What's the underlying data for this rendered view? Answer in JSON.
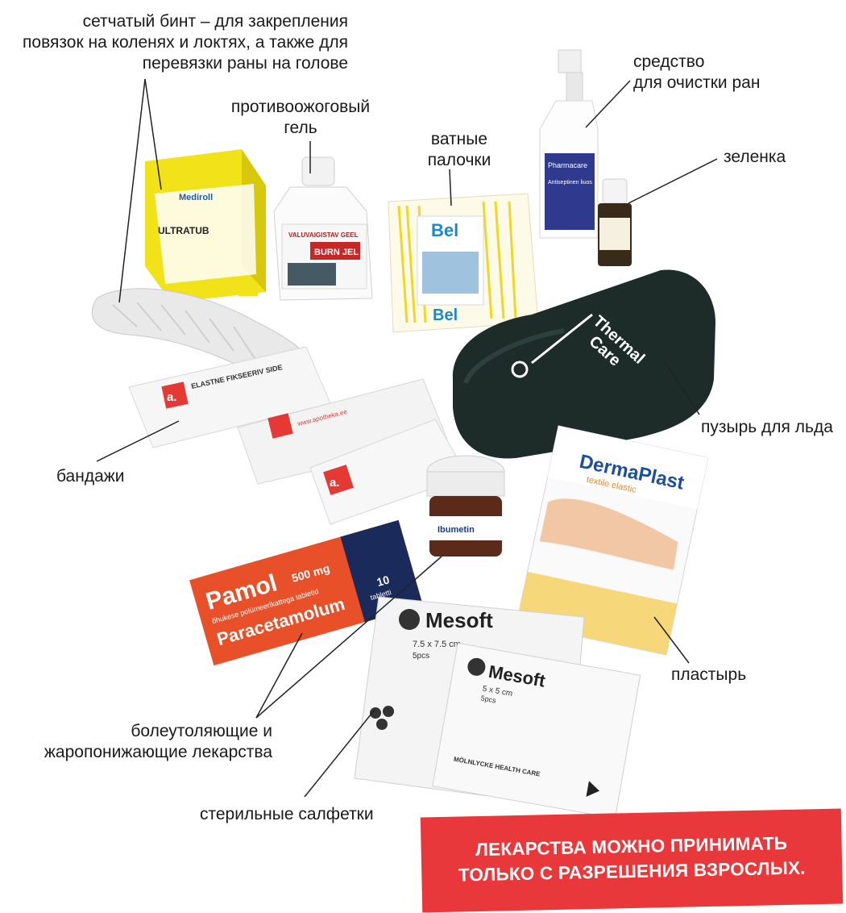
{
  "labels": {
    "mesh_bandage": {
      "line1": "сетчатый бинт – для закрепления",
      "line2": "повязок на коленях и локтях, а также для",
      "line3": "перевязки раны на голове"
    },
    "burn_gel": {
      "line1": "противоожоговый",
      "line2": "гель"
    },
    "cotton_swabs": {
      "line1": "ватные",
      "line2": "палочки"
    },
    "wound_cleaner": {
      "line1": "средство",
      "line2": "для очистки ран"
    },
    "green_antiseptic": {
      "line1": "зеленка"
    },
    "ice_pack": {
      "line1": "пузырь для льда"
    },
    "bandages": {
      "line1": "бандажи"
    },
    "plaster": {
      "line1": "пластырь"
    },
    "painkillers": {
      "line1": "болеутоляющие и",
      "line2": "жаропонижающие лекарства"
    },
    "sterile_wipes": {
      "line1": "стерильные салфетки"
    }
  },
  "warning": {
    "line1": "ЛЕКАРСТВА МОЖНО ПРИНИМАТЬ",
    "line2": "ТОЛЬКО С РАЗРЕШЕНИЯ ВЗРОСЛЫХ."
  },
  "packaging": {
    "mesh_box_brand": "Mediroll",
    "mesh_box_name": "ULTRATUB",
    "burn_gel_title": "VALUVAIGISTAV GEEL",
    "burn_gel_brand": "BURN JEL",
    "swabs_brand": "Bel",
    "spray_brand": "Pharmacare",
    "spray_name": "Antiseptinen liuos",
    "ice_brand_line1": "Thermal",
    "ice_brand_line2": "Care",
    "bandage_brand": "a.",
    "bandage_title": "ELASTNE FIKSEERIV SIDE",
    "bandage_url": "www.apotheka.ee",
    "pill_jar_label": "Ibumetin",
    "pamol_brand": "Pamol",
    "pamol_dose": "500 mg",
    "pamol_sub": "õhukese polümeerikattega tabletid",
    "pamol_name": "Paracetamolum",
    "pamol_count": "10",
    "pamol_count_unit": "tabletti",
    "plaster_brand": "DermaPlast",
    "plaster_sub": "textile elastic",
    "mesoft_brand": "Mesoft",
    "mesoft_size_large": "7.5 x 7.5 cm",
    "mesoft_size_small": "5 x 5 cm",
    "mesoft_count": "5pcs",
    "mesoft_maker": "MÖLNLYCKE HEALTH CARE"
  },
  "colors": {
    "warning_bg": "#e8383b",
    "warning_text": "#ffffff",
    "pamol_orange": "#e8502a",
    "mesh_box_yellow": "#f1e219",
    "ice_pack_dark": "#1d2b29",
    "swab_yellow": "#f0d52a",
    "plaster_blue": "#1d4f9c"
  }
}
